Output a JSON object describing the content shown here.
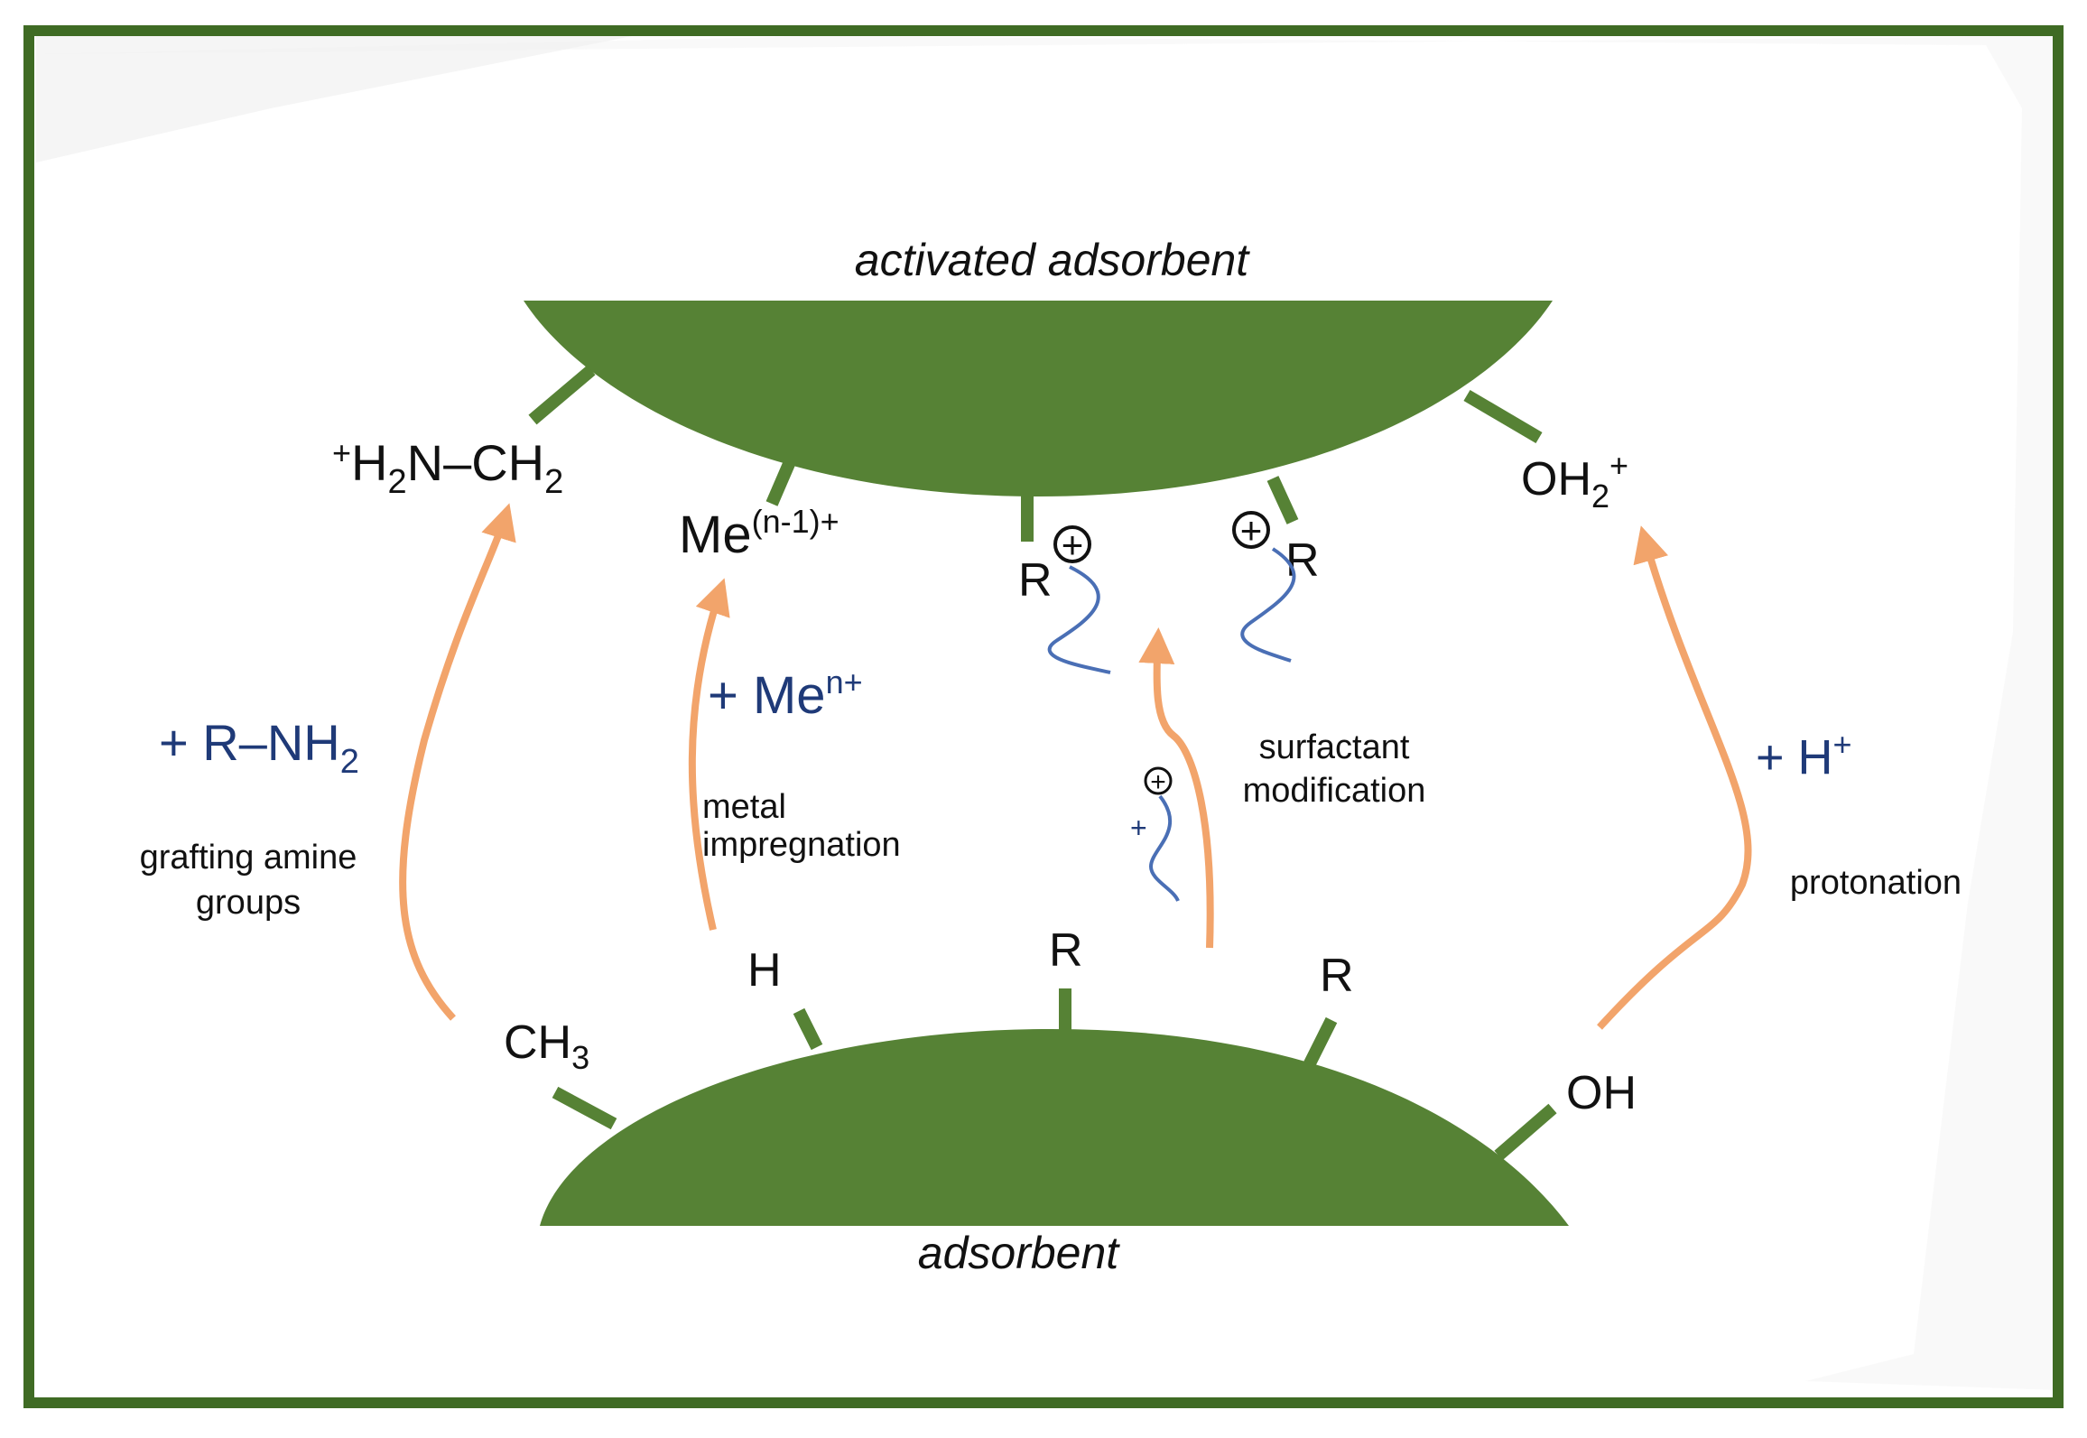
{
  "colors": {
    "frame": "#3f6b24",
    "adsorbent_fill": "#568235",
    "arrow": "#f2a46b",
    "surfactant_tail": "#4a6fb5",
    "reagent_text": "#1f3a78",
    "label_text": "#111111",
    "background_brush": "#eeeeee"
  },
  "titles": {
    "top": "activated adsorbent",
    "bottom": "adsorbent"
  },
  "bottom_groups": {
    "ch3_main": "CH",
    "ch3_sub": "3",
    "h": "H",
    "r_middle": "R",
    "r_right": "R",
    "oh": "OH"
  },
  "top_groups": {
    "amine_sup": "+",
    "amine_a": "H",
    "amine_sub1": "2",
    "amine_b": "N–CH",
    "amine_sub2": "2",
    "metal_main": "Me",
    "metal_sup": "(n-1)+",
    "r_left": "R",
    "r_right": "R",
    "oh2_main": "OH",
    "oh2_sub": "2",
    "oh2_sup": "+",
    "plus_symbol": "+"
  },
  "reagents": {
    "amine_main": "+ R–NH",
    "amine_sub": "2",
    "metal_main": "+ Me",
    "metal_sup": "n+",
    "surfactant_plus": "+",
    "proton_main": "+ H",
    "proton_sup": "+"
  },
  "process_labels": {
    "grafting_line1": "grafting amine",
    "grafting_line2": "groups",
    "metal_line1": "metal",
    "metal_line2": "impregnation",
    "surfactant_line1": "surfactant",
    "surfactant_line2": "modification",
    "protonation": "protonation"
  },
  "icons": {
    "cation_head": "circled-plus-icon",
    "frame": "green-border-frame"
  }
}
